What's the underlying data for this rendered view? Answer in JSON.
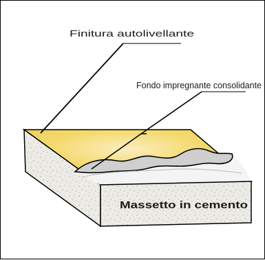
{
  "labels": {
    "top_finish": "Finitura autolivellante",
    "primer": "Fondo impregnante consolidante",
    "screed": "Massetto in cemento"
  },
  "colors": {
    "finish_layer": "#f2d060",
    "primer_layer": "#c7c7c7",
    "concrete": "#ecebe6",
    "outline": "#000000"
  }
}
